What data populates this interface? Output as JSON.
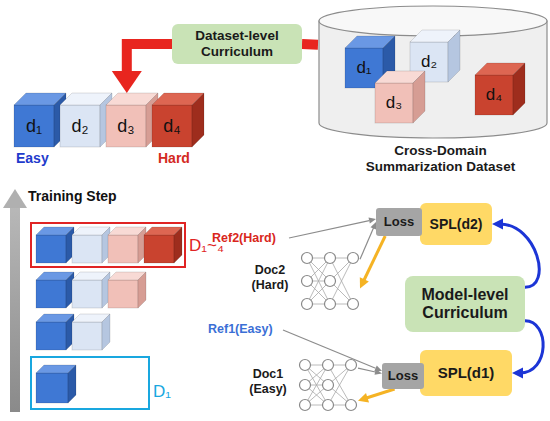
{
  "diagram": {
    "nodes": [
      {
        "text": [
          "Cross-Domain Summarization Dataset"
        ]
      },
      {
        "text": [
          "d₁"
        ],
        "in": 0
      },
      {
        "text": [
          "d₂"
        ],
        "in": 0
      },
      {
        "text": [
          "d₃"
        ],
        "in": 0
      },
      {
        "text": [
          "d₄"
        ],
        "in": 0
      },
      {
        "text": [
          "Dataset-level Curriculum"
        ]
      },
      {
        "text": [
          "d₁"
        ]
      },
      {
        "text": [
          "d₂"
        ]
      },
      {
        "text": [
          "d₃"
        ]
      },
      {
        "text": [
          "d₄"
        ]
      },
      {
        "text": [
          "D₁~₄"
        ]
      },
      {
        "text": [
          "D₁"
        ]
      },
      {
        "text": [
          "Loss"
        ]
      },
      {
        "text": [
          "SPL(d2)"
        ]
      },
      {
        "text": [
          "Doc2 (Hard)"
        ]
      },
      {
        "text": [
          "Model-level Curriculum"
        ]
      },
      {
        "text": [
          "Doc1 (Easy)"
        ]
      },
      {
        "text": [
          "Loss"
        ]
      },
      {
        "text": [
          "SPL(d1)"
        ]
      }
    ],
    "edges": [
      {
        "from": 0,
        "to": 5,
        "arrow": "none"
      },
      {
        "from": 5,
        "to": 8,
        "arrow": "to"
      },
      {
        "from": 15,
        "to": 13,
        "arrow": "to"
      },
      {
        "from": 15,
        "to": 18,
        "arrow": "to"
      },
      {
        "from": 12,
        "to": 14,
        "arrow": "to"
      },
      {
        "from": 14,
        "to": 12,
        "arrow": "to"
      },
      {
        "from": 17,
        "to": 16,
        "arrow": "to"
      },
      {
        "from": 16,
        "to": 17,
        "arrow": "to"
      }
    ],
    "labels": [
      "Easy",
      "Hard",
      "Training Step",
      "Ref2(Hard)",
      "Ref1(Easy)"
    ]
  }
}
